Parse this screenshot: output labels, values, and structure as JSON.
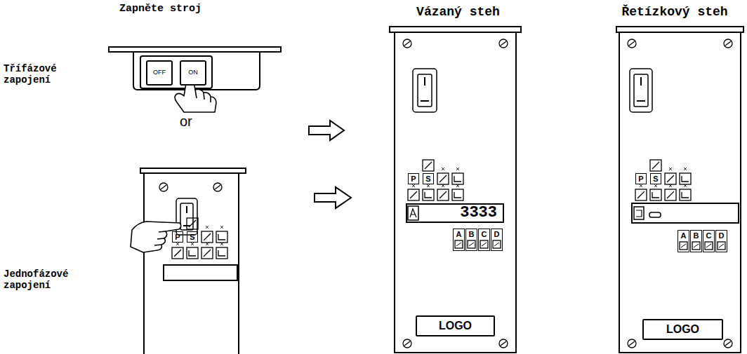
{
  "diagram": {
    "title": "Zapněte stroj",
    "nodes": [
      {
        "text": [
          "OFF"
        ]
      },
      {
        "text": [
          "ON"
        ]
      },
      {
        "text": [
          "P"
        ]
      },
      {
        "text": [
          "S"
        ]
      },
      {
        "text": [
          "Vázaný steh"
        ]
      },
      {
        "text": [
          "P"
        ],
        "in": 4
      },
      {
        "text": [
          "S"
        ],
        "in": 4
      },
      {
        "text": [
          "3333"
        ],
        "in": 4
      },
      {
        "text": [
          "A"
        ],
        "in": 4
      },
      {
        "text": [
          "B"
        ],
        "in": 4
      },
      {
        "text": [
          "C"
        ],
        "in": 4
      },
      {
        "text": [
          "D"
        ],
        "in": 4
      },
      {
        "text": [
          "LOGO"
        ],
        "in": 4
      },
      {
        "text": [
          "Řetízkový steh"
        ]
      },
      {
        "text": [
          "P"
        ],
        "in": 13
      },
      {
        "text": [
          "S"
        ],
        "in": 13
      },
      {
        "text": [
          "A"
        ],
        "in": 13
      },
      {
        "text": [
          "B"
        ],
        "in": 13
      },
      {
        "text": [
          "C"
        ],
        "in": 13
      },
      {
        "text": [
          "D"
        ],
        "in": 13
      },
      {
        "text": [
          "LOGO"
        ],
        "in": 13
      }
    ],
    "labels": [
      "Třífázové zapojení",
      "or",
      "Jednofázové zapojení"
    ]
  }
}
